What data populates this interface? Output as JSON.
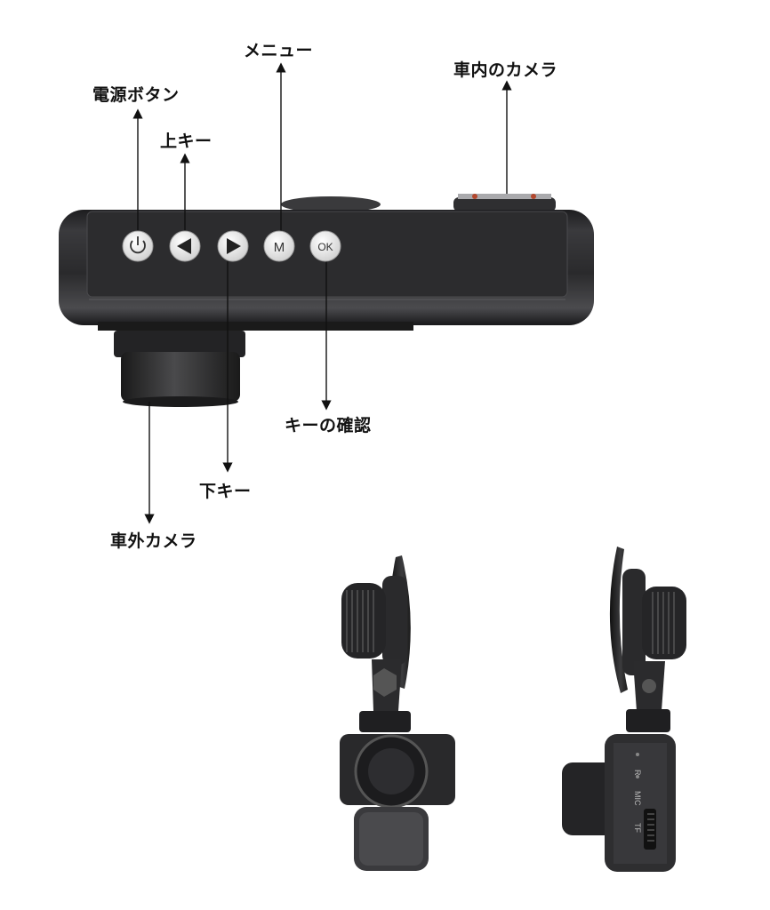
{
  "labels": {
    "power": "電源ボタン",
    "up": "上キー",
    "menu": "メニュー",
    "inner_camera": "車内のカメラ",
    "ok_key": "キーの確認",
    "down": "下キー",
    "outer_camera": "車外カメラ"
  },
  "buttons": {
    "menu_glyph": "M",
    "ok_glyph": "OK"
  },
  "side_panel": {
    "r_label": "R",
    "mic_label": "MIC",
    "tf_label": "TF"
  },
  "colors": {
    "body": "#2a2a2c",
    "body_highlight": "#6b6b6e",
    "button_face": "#e9e9e9",
    "text": "#111111"
  }
}
